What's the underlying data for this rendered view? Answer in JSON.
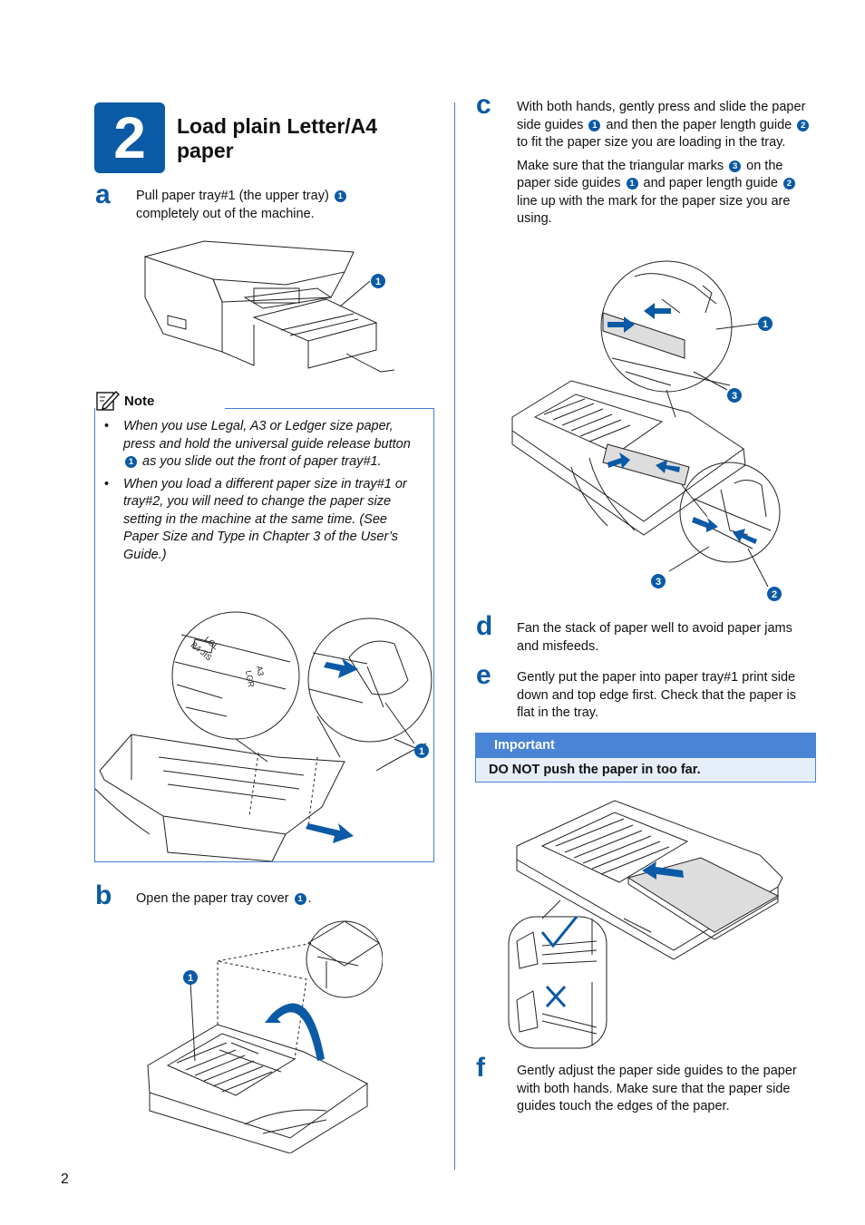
{
  "step": {
    "number": "2",
    "title": "Load plain Letter/A4 paper"
  },
  "step_a": {
    "letter": "a",
    "text_1": "Pull paper tray#1 (the upper tray)",
    "callout": "1",
    "text_2": "completely out of the machine."
  },
  "note": {
    "heading": "Note",
    "item1_part1": "When you use Legal, A3 or Ledger size paper, press and hold the universal guide release button",
    "item1_callout": "1",
    "item1_part2": "as you slide out the front of paper tray#1.",
    "item2": "When you load a different paper size in tray#1 or tray#2, you will need to change the paper size setting in the machine at the same time. (See Paper Size and Type in Chapter 3 of the User’s Guide.)"
  },
  "step_b": {
    "letter": "b",
    "text": "Open the paper tray cover",
    "callout": "1",
    "end": "."
  },
  "step_c": {
    "letter": "c",
    "p1_a": "With both hands, gently press and slide the paper side guides",
    "p1_c1": "1",
    "p1_b": "and then the paper length guide",
    "p1_c2": "2",
    "p1_c": "to fit the paper size you are loading in the tray.",
    "p2_a": "Make sure that the triangular marks",
    "p2_c3": "3",
    "p2_b": "on the paper side guides",
    "p2_c1": "1",
    "p2_c": "and paper length guide",
    "p2_c2": "2",
    "p2_d": "line up with the mark for the paper size you are using."
  },
  "step_d": {
    "letter": "d",
    "text": "Fan the stack of paper well to avoid paper jams and misfeeds."
  },
  "step_e": {
    "letter": "e",
    "text": "Gently put the paper into paper tray#1 print side down and top edge first. Check that the paper is flat in the tray."
  },
  "important": {
    "heading": "Important",
    "text": "DO NOT push the paper in too far."
  },
  "step_f": {
    "letter": "f",
    "text": "Gently adjust the paper side guides to the paper with both hands. Make sure that the paper side guides touch the edges of the paper."
  },
  "figure_labels": {
    "fig_a": "1",
    "fig_note": "1",
    "fig_b": "1",
    "fig_c_1": "1",
    "fig_c_3a": "3",
    "fig_c_3b": "3",
    "fig_c_2": "2",
    "tray_mark_1": "B4 JIS",
    "tray_mark_2": "LGL",
    "tray_mark_3": "A3",
    "tray_mark_4": "LGR"
  },
  "page_number": "2",
  "colors": {
    "accent": "#0b5aa6",
    "note_border": "#3f7fcf",
    "important_header": "#4a84d4",
    "important_body": "#e6eefa"
  }
}
